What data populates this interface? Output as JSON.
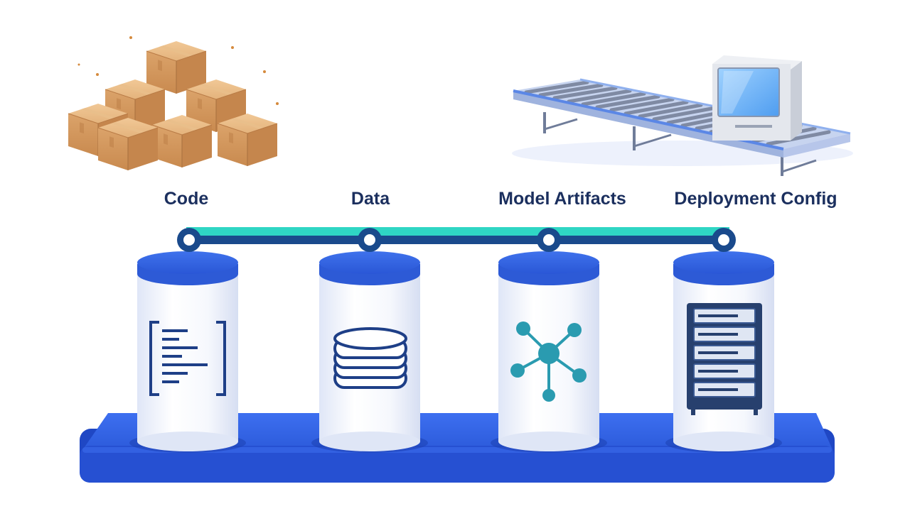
{
  "labels": {
    "code": "Code",
    "data": "Data",
    "model_artifacts": "Model Artifacts",
    "deployment_config": "Deployment Config"
  },
  "icons": {
    "pillar_1": "code-bracket-icon",
    "pillar_2": "database-stack-icon",
    "pillar_3": "network-graph-icon",
    "pillar_4": "server-rack-icon",
    "top_left": "cardboard-boxes-icon",
    "top_right": "conveyor-belt-with-monitor-icon"
  },
  "colors": {
    "label_text": "#1b2f5e",
    "platform_blue": "#2e5fe0",
    "cap_blue": "#3566e3",
    "connector_teal": "#2fd6c4",
    "connector_navy": "#1a4a8c",
    "teal_icon": "#2a9bb0",
    "box_tan": "#dca46a"
  }
}
